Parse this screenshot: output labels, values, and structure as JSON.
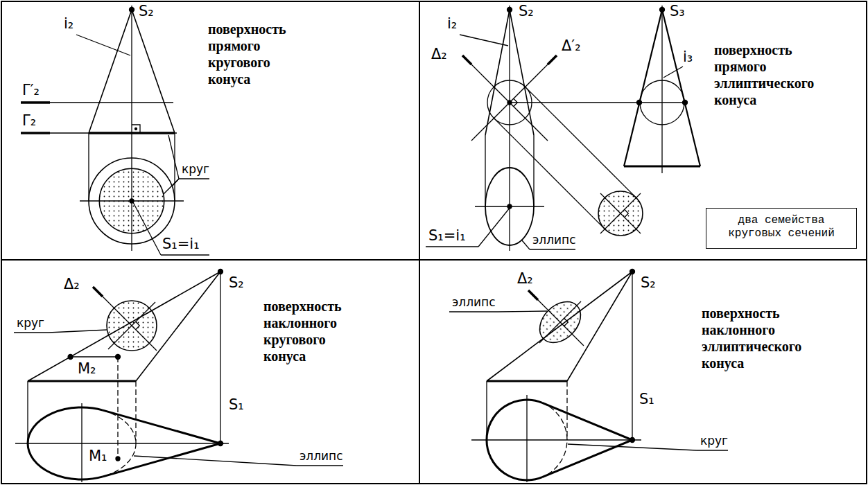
{
  "diagram": {
    "nodes": [
      {
        "text": [
          "два семейства круговых сечений"
        ]
      }
    ],
    "labels": [
      "i₂",
      "S₂",
      "поверхность прямого кругового конуса",
      "Γ′₂",
      "Γ₂",
      "круг",
      "S₁=i₁",
      "i₂",
      "S₂",
      "Δ₂",
      "Δ′₂",
      "S₃",
      "i₃",
      "поверхность прямого эллиптического конуса",
      "S₁=i₁",
      "эллипс",
      "Δ₂",
      "круг",
      "S₂",
      "поверхность наклонного кругового конуса",
      "M₂",
      "S₁",
      "M₁",
      "эллипс",
      "Δ₂",
      "эллипс",
      "S₂",
      "поверхность наклонного эллиптического конуса",
      "S₁",
      "круг"
    ]
  }
}
